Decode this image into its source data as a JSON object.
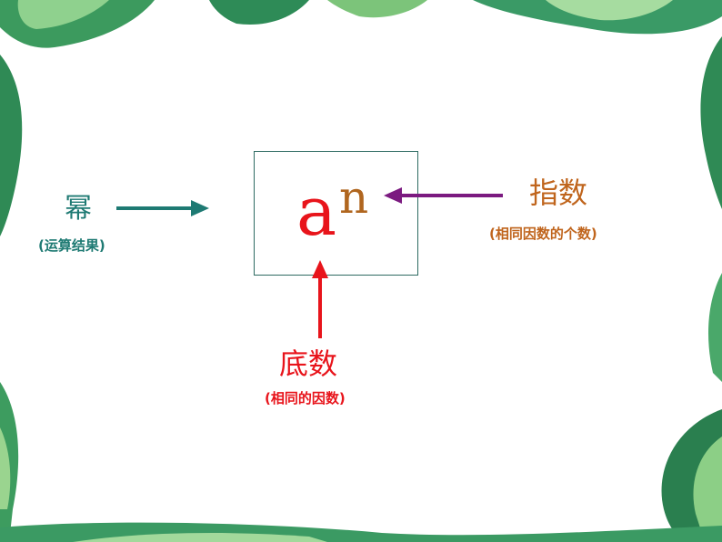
{
  "formula": {
    "base": "a",
    "exponent": "n"
  },
  "power": {
    "label": "幂",
    "note": "(运算结果)",
    "color": "#1e7a73"
  },
  "exponent_label": {
    "label": "指数",
    "note": "(相同因数的个数)",
    "color": "#c0651d",
    "arrow_color": "#7b1a80"
  },
  "base_label": {
    "label": "底数",
    "note": "(相同的因数)",
    "color": "#e8141b"
  },
  "box_border_color": "#2e6b62"
}
